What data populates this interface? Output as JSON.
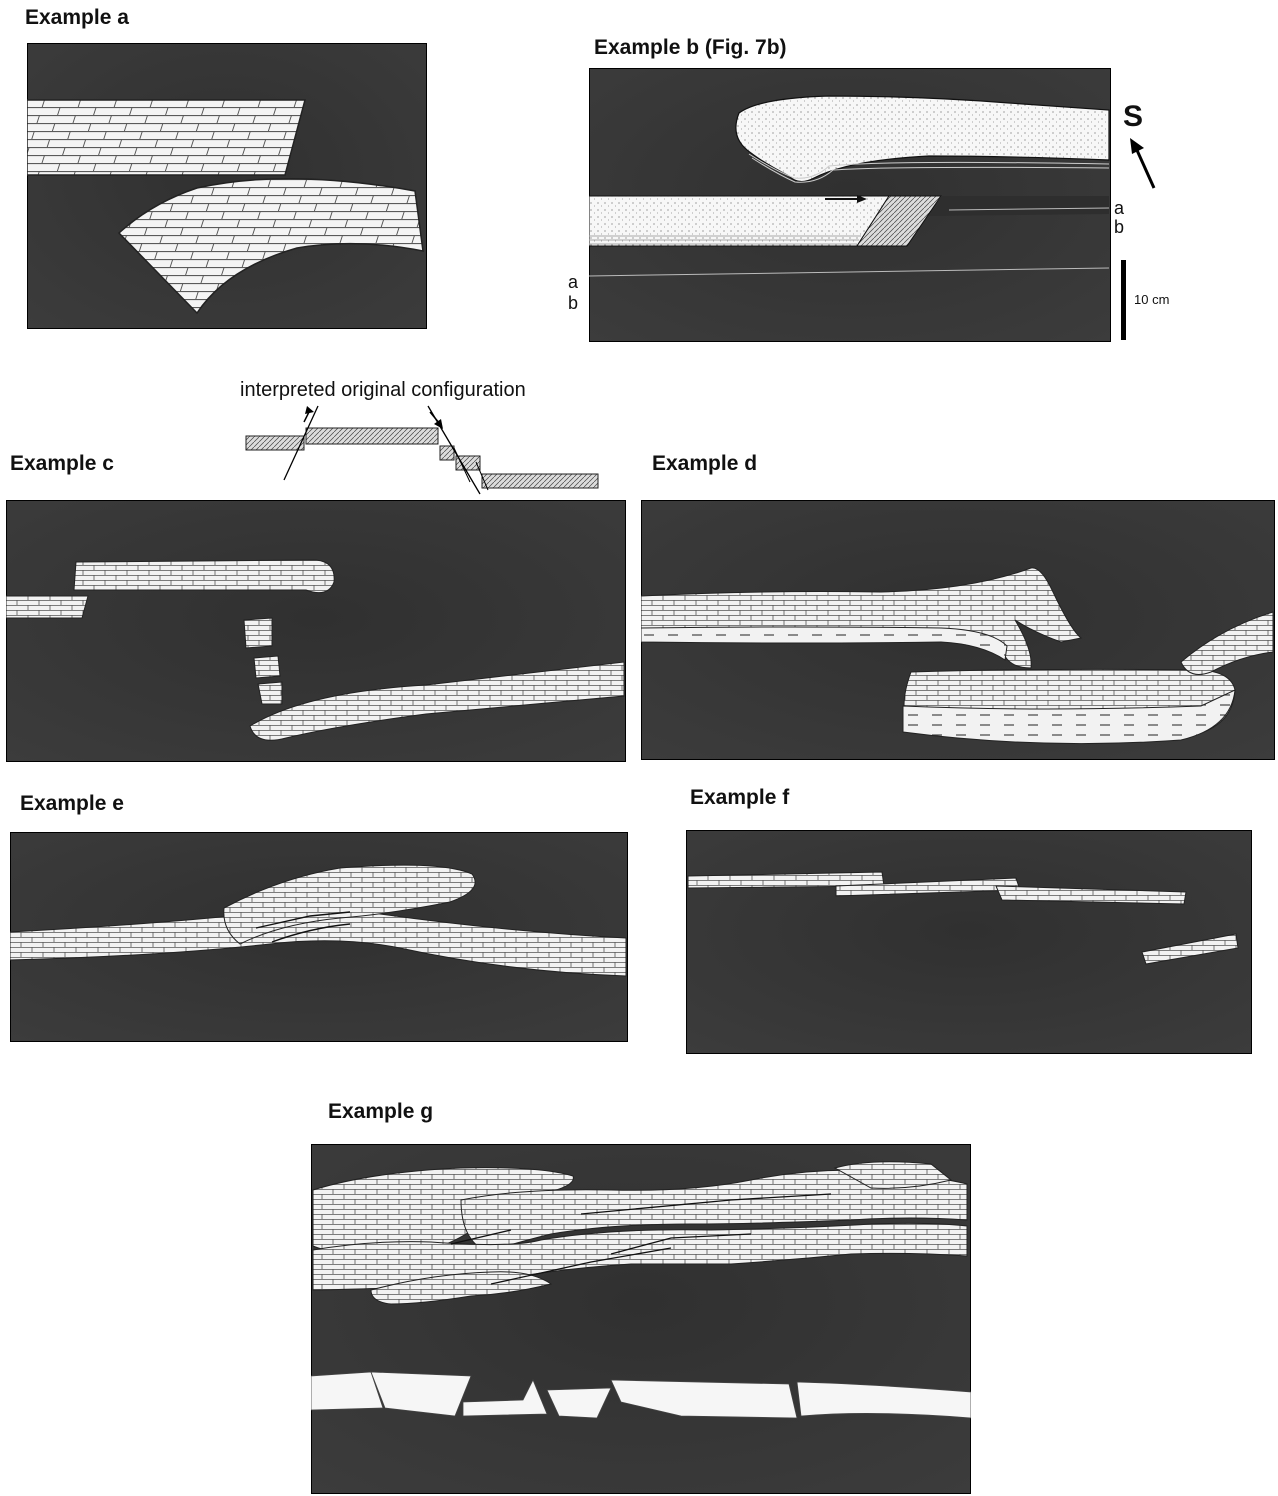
{
  "panels": {
    "a": {
      "title": "Example  a"
    },
    "b": {
      "title": "Example b  (Fig. 7b)",
      "north_label": "S",
      "left_labels": [
        "a",
        "b"
      ],
      "right_labels": [
        "a",
        "b"
      ],
      "scale_label": "10 cm"
    },
    "c": {
      "title": "Example  c"
    },
    "d": {
      "title": "Example  d"
    },
    "e": {
      "title": "Example  e"
    },
    "f": {
      "title": "Example  f"
    },
    "g": {
      "title": "Example  g"
    }
  },
  "inset": {
    "caption": "interpreted original configuration"
  },
  "colors": {
    "matrix": "#2b2b2b",
    "bed": "#f4f4f4",
    "brick_line": "#555555",
    "frame": "#000000"
  }
}
